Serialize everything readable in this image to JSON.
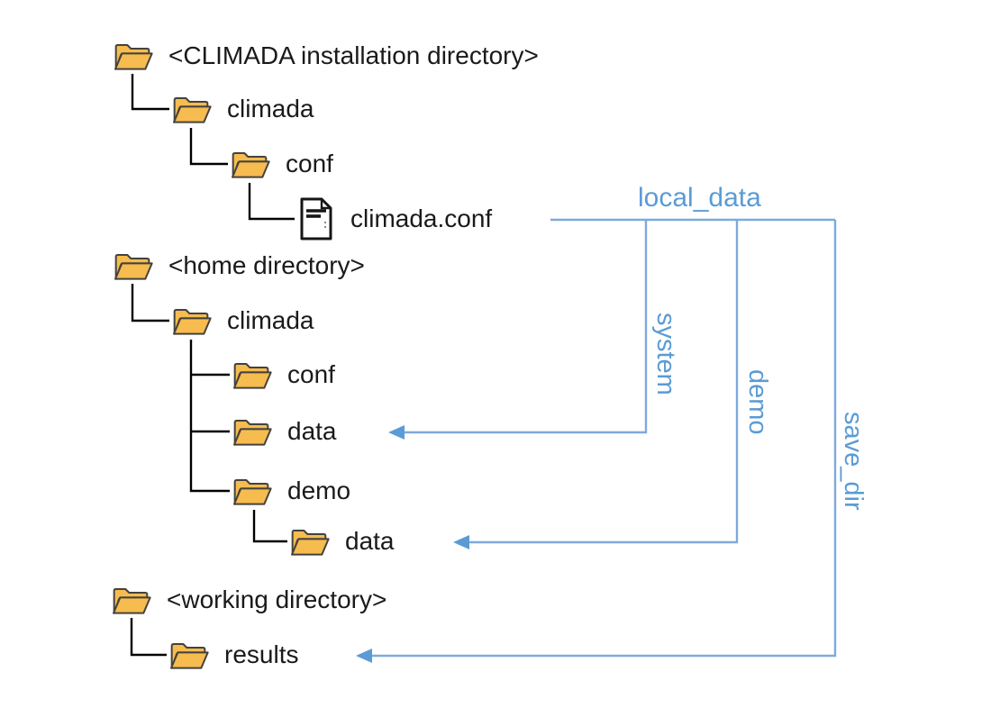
{
  "colors": {
    "ink": "#1a1a1a",
    "tree-line": "#000000",
    "blue-text": "#5b9bd5",
    "blue-line": "#7fa9dc",
    "folder-fill": "#f6bc4f",
    "folder-edge": "#44423e",
    "file-fill": "#ffffff",
    "file-edge": "#161616"
  },
  "tree": {
    "rows": [
      {
        "icon": "folder-icon",
        "label": "<CLIMADA installation directory>"
      },
      {
        "icon": "folder-icon",
        "label": "climada"
      },
      {
        "icon": "folder-icon",
        "label": "conf"
      },
      {
        "icon": "file-icon",
        "label": "climada.conf"
      },
      {
        "icon": "folder-icon",
        "label": "<home directory>"
      },
      {
        "icon": "folder-icon",
        "label": "climada"
      },
      {
        "icon": "folder-icon",
        "label": "conf"
      },
      {
        "icon": "folder-icon",
        "label": "data"
      },
      {
        "icon": "folder-icon",
        "label": "demo"
      },
      {
        "icon": "folder-icon",
        "label": "data"
      },
      {
        "icon": "folder-icon",
        "label": "<working directory>"
      },
      {
        "icon": "folder-icon",
        "label": "results"
      }
    ]
  },
  "config_links": {
    "group_label": "local_data",
    "links": [
      {
        "key": "system",
        "target": "data"
      },
      {
        "key": "demo",
        "target": "data"
      },
      {
        "key": "save_dir",
        "target": "results"
      }
    ]
  }
}
